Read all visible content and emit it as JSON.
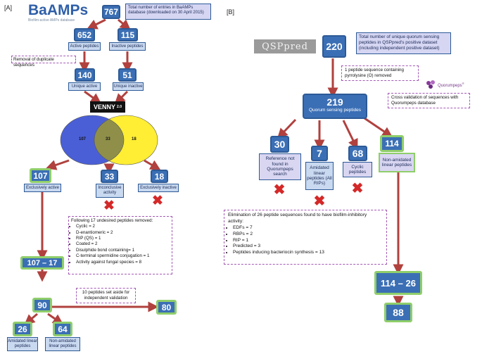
{
  "panel_a": {
    "label": "[A]",
    "logo": {
      "name": "BaAMPs",
      "subtitle": "Biofilm-active AMPs database"
    },
    "total": {
      "value": "767",
      "note": "Total number of entries in BaAMPs database (downloaded on 30 April 2015)"
    },
    "active": {
      "value": "652",
      "label": "Active peptides"
    },
    "inactive": {
      "value": "115",
      "label": "Inactive peptides"
    },
    "dup_note": "Removal of duplicate sequences",
    "unique_active": {
      "value": "140",
      "label": "Unique active"
    },
    "unique_inactive": {
      "value": "51",
      "label": "Unique inactive"
    },
    "venny": {
      "name": "VENNY",
      "version": "2.0",
      "left": "107",
      "middle": "33",
      "right": "18"
    },
    "exclusively_active": {
      "value": "107",
      "label": "Exclusively active"
    },
    "inconclusive": {
      "value": "33",
      "label": "Inconclusive activity"
    },
    "exclusively_inactive": {
      "value": "18",
      "label": "Exclusively inactive"
    },
    "removed": {
      "title": "Following 17 undesired peptides removed:",
      "items": [
        "Cyclic = 2",
        "D-enantiomeric = 2",
        "RIP (QS) = 1",
        "Coated = 2",
        "Disulphide bond containing= 1",
        "C-terminal spermidine conjugation = 1",
        "Activity against fungal species = 8"
      ]
    },
    "subtract": "107 – 17",
    "ninety": "90",
    "validation_note": "10 peptides set aside for independent validation",
    "eighty": "80",
    "amidated": {
      "value": "26",
      "label": "Amidated linear peptides"
    },
    "non_amidated": {
      "value": "64",
      "label": "Non-amidated linear peptides"
    }
  },
  "panel_b": {
    "label": "[B]",
    "logo": "QSPpred",
    "total": {
      "value": "220",
      "note": "Total number of unique quorum sensing peptides in QSPpred's positive dataset (including independent positive dataset)"
    },
    "pyl_note": "1 peptide sequence containing pyrrolysine (O) removed",
    "qs": {
      "value": "219",
      "label": "Quorum sensing peptides"
    },
    "quorumpeps": {
      "name": "Quorumpeps",
      "mark": "®"
    },
    "cross_note": "Cross validation of sequences with Quorumpeps database",
    "ref": {
      "value": "30",
      "label": "Reference not found in Quorumpeps search"
    },
    "amidated": {
      "value": "7",
      "label": "Amidated linear peptides (All RIPs)"
    },
    "cyclic": {
      "value": "68",
      "label": "Cyclic peptides"
    },
    "non_amidated": {
      "value": "114",
      "label": "Non-amidated linear peptides"
    },
    "elim": {
      "title": "Elimination of 26 peptide sequences found to have biofilm-inhibitory activity:",
      "items": [
        "EDFs = 7",
        "RBPs = 2",
        "RIP = 1",
        "Predicted = 3",
        "Peptides inducing bacteriocin synthesis = 13"
      ]
    },
    "subtract": "114 – 26",
    "final": "88"
  },
  "cross_mark": "✖",
  "colors": {
    "box": "#3b6fb5",
    "label_bg": "#c9d9f0",
    "green_border": "#8fce6a",
    "arrow": "#b0413e",
    "dash": "#a35ab5",
    "venn_blue": "#4a5fd6",
    "venn_yellow": "#ffee33",
    "cross": "#d42828"
  }
}
